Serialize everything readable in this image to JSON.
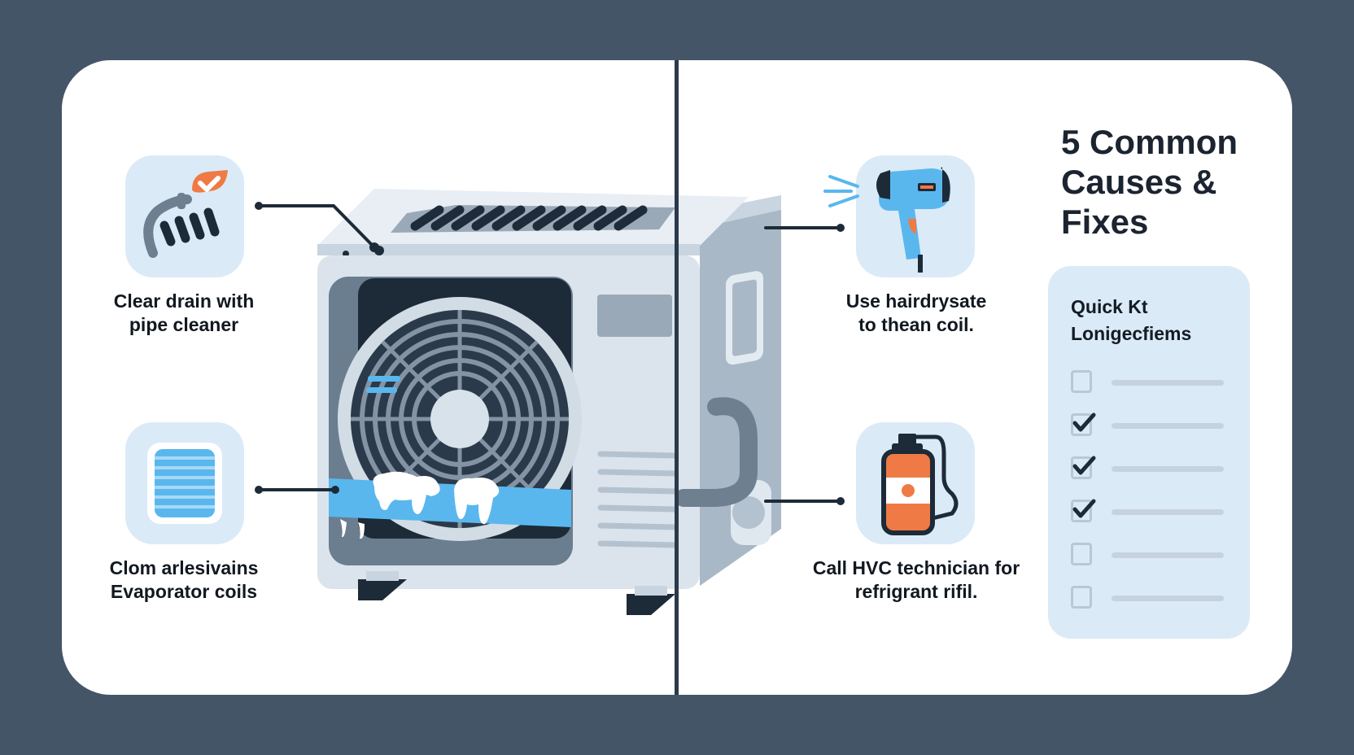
{
  "colors": {
    "background": "#455568",
    "card": "#ffffff",
    "tile": "#dbeaf7",
    "accent_orange": "#f07a45",
    "accent_blue": "#5ab7ee",
    "dark": "#1d2a38"
  },
  "heading": {
    "lines": [
      "5 Common",
      "Causes &",
      "Fixes"
    ]
  },
  "fixes": [
    {
      "id": "drain",
      "icon": "pipe-cleaner-check-icon",
      "lines": [
        "Clear drain with",
        "pipe cleaner"
      ]
    },
    {
      "id": "filter",
      "icon": "air-filter-icon",
      "lines": [
        "Clom arlesivains",
        "Evaporator coils"
      ]
    },
    {
      "id": "hairdryer",
      "icon": "hair-dryer-icon",
      "lines": [
        "Use hairdrysate",
        "to thean coil."
      ]
    },
    {
      "id": "refrigerant",
      "icon": "refrigerant-tank-icon",
      "lines": [
        "Call HVC technician for",
        "refrigrant rifil."
      ]
    }
  ],
  "checklist": {
    "title_lines": [
      "Quick Kt",
      "Lonigecfiems"
    ],
    "items": [
      {
        "checked": false
      },
      {
        "checked": true
      },
      {
        "checked": true
      },
      {
        "checked": true
      },
      {
        "checked": false
      },
      {
        "checked": false
      }
    ]
  },
  "illustration": {
    "subject": "outdoor-ac-condenser-unit",
    "detail": "frozen-evaporator-coil-with-ice"
  }
}
